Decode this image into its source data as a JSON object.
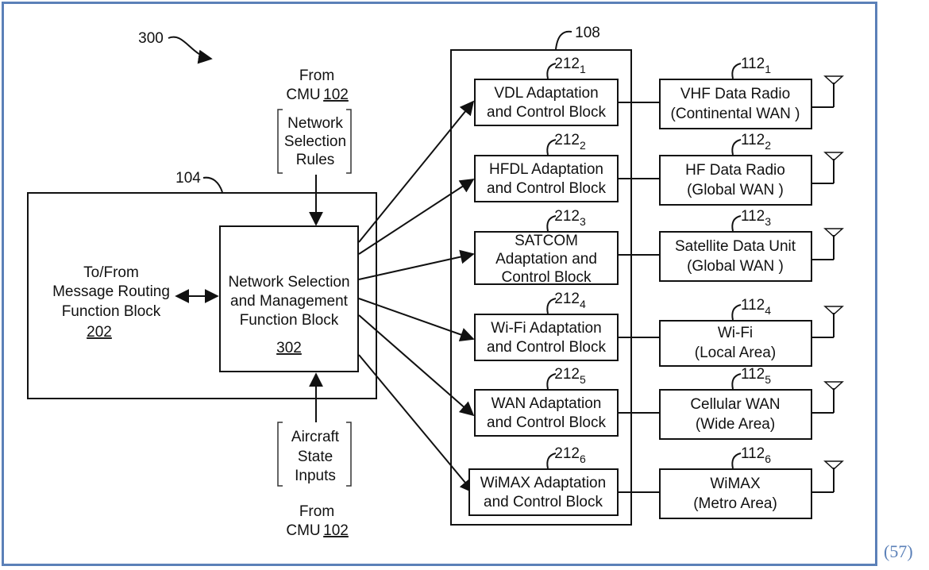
{
  "labels": {
    "fig_ref": "300",
    "group_ref": "108",
    "outer_ref": "104",
    "corner": "(57)"
  },
  "inputs": {
    "top_from": "From",
    "top_cmu": "CMU",
    "top_cmu_num": "102",
    "rules_lines": [
      "Network",
      "Selection",
      "Rules"
    ],
    "bottom_lines": [
      "Aircraft",
      "State",
      "Inputs"
    ],
    "bottom_from": "From",
    "bottom_cmu": "CMU",
    "bottom_cmu_num": "102"
  },
  "left_block": {
    "lines": [
      "To/From",
      "Message Routing",
      "Function Block"
    ],
    "number": "202"
  },
  "center_block": {
    "lines": [
      "Network Selection",
      "and Management",
      "Function Block"
    ],
    "number": "302"
  },
  "adaptation_blocks": [
    {
      "ref": "212",
      "sub": "1",
      "lines": [
        "VDL Adaptation",
        "and Control Block"
      ]
    },
    {
      "ref": "212",
      "sub": "2",
      "lines": [
        "HFDL Adaptation",
        "and Control Block"
      ]
    },
    {
      "ref": "212",
      "sub": "3",
      "lines": [
        "SATCOM",
        "Adaptation and",
        "Control Block"
      ]
    },
    {
      "ref": "212",
      "sub": "4",
      "lines": [
        "Wi-Fi Adaptation",
        "and Control Block"
      ]
    },
    {
      "ref": "212",
      "sub": "5",
      "lines": [
        "WAN Adaptation",
        "and Control Block"
      ]
    },
    {
      "ref": "212",
      "sub": "6",
      "lines": [
        "WiMAX Adaptation",
        "and Control Block"
      ]
    }
  ],
  "radio_blocks": [
    {
      "ref": "112",
      "sub": "1",
      "lines": [
        "VHF Data Radio",
        "(Continental WAN )"
      ]
    },
    {
      "ref": "112",
      "sub": "2",
      "lines": [
        "HF Data Radio",
        "(Global WAN )"
      ]
    },
    {
      "ref": "112",
      "sub": "3",
      "lines": [
        "Satellite Data Unit",
        "(Global WAN )"
      ]
    },
    {
      "ref": "112",
      "sub": "4",
      "lines": [
        "Wi-Fi",
        "(Local Area)"
      ]
    },
    {
      "ref": "112",
      "sub": "5",
      "lines": [
        "Cellular WAN",
        "(Wide Area)"
      ]
    },
    {
      "ref": "112",
      "sub": "6",
      "lines": [
        "WiMAX",
        "(Metro Area)"
      ]
    }
  ],
  "icons": {
    "antenna": "antenna-icon",
    "arrow": "arrowhead"
  },
  "colors": {
    "frame": "#5b80b8",
    "ink": "#111111"
  }
}
